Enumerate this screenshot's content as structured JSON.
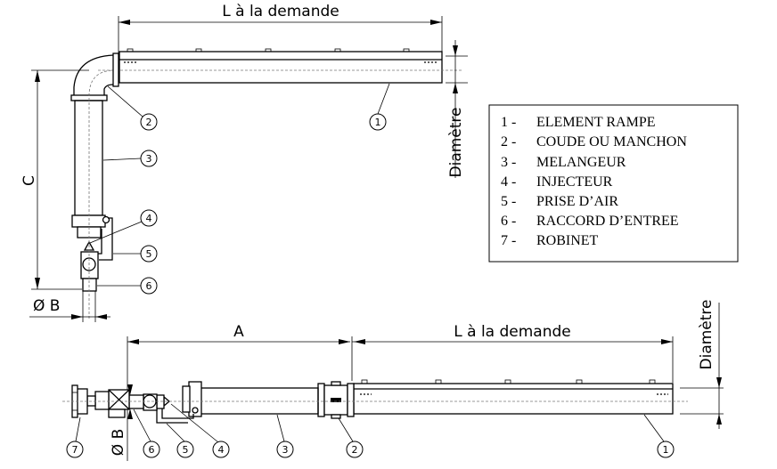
{
  "top_view": {
    "length_label": "L à la demande",
    "diameter_label": "Diamètre",
    "height_label": "C",
    "inlet_diameter_label": "Ø B",
    "callouts": [
      "1",
      "2",
      "3",
      "4",
      "5",
      "6"
    ]
  },
  "bottom_view": {
    "a_label": "A",
    "length_label": "L à la demande",
    "diameter_label": "Diamètre",
    "inlet_diameter_label": "Ø B",
    "callouts": [
      "7",
      "6",
      "5",
      "4",
      "3",
      "2",
      "1"
    ]
  },
  "legend": {
    "items": [
      {
        "num": "1 -",
        "label": "ELEMENT RAMPE"
      },
      {
        "num": "2 -",
        "label": "COUDE OU MANCHON"
      },
      {
        "num": "3 -",
        "label": "MELANGEUR"
      },
      {
        "num": "4 -",
        "label": "INJECTEUR"
      },
      {
        "num": "5 -",
        "label": "PRISE D’AIR"
      },
      {
        "num": "6 -",
        "label": "RACCORD D’ENTREE"
      },
      {
        "num": "7 -",
        "label": "ROBINET"
      }
    ]
  }
}
